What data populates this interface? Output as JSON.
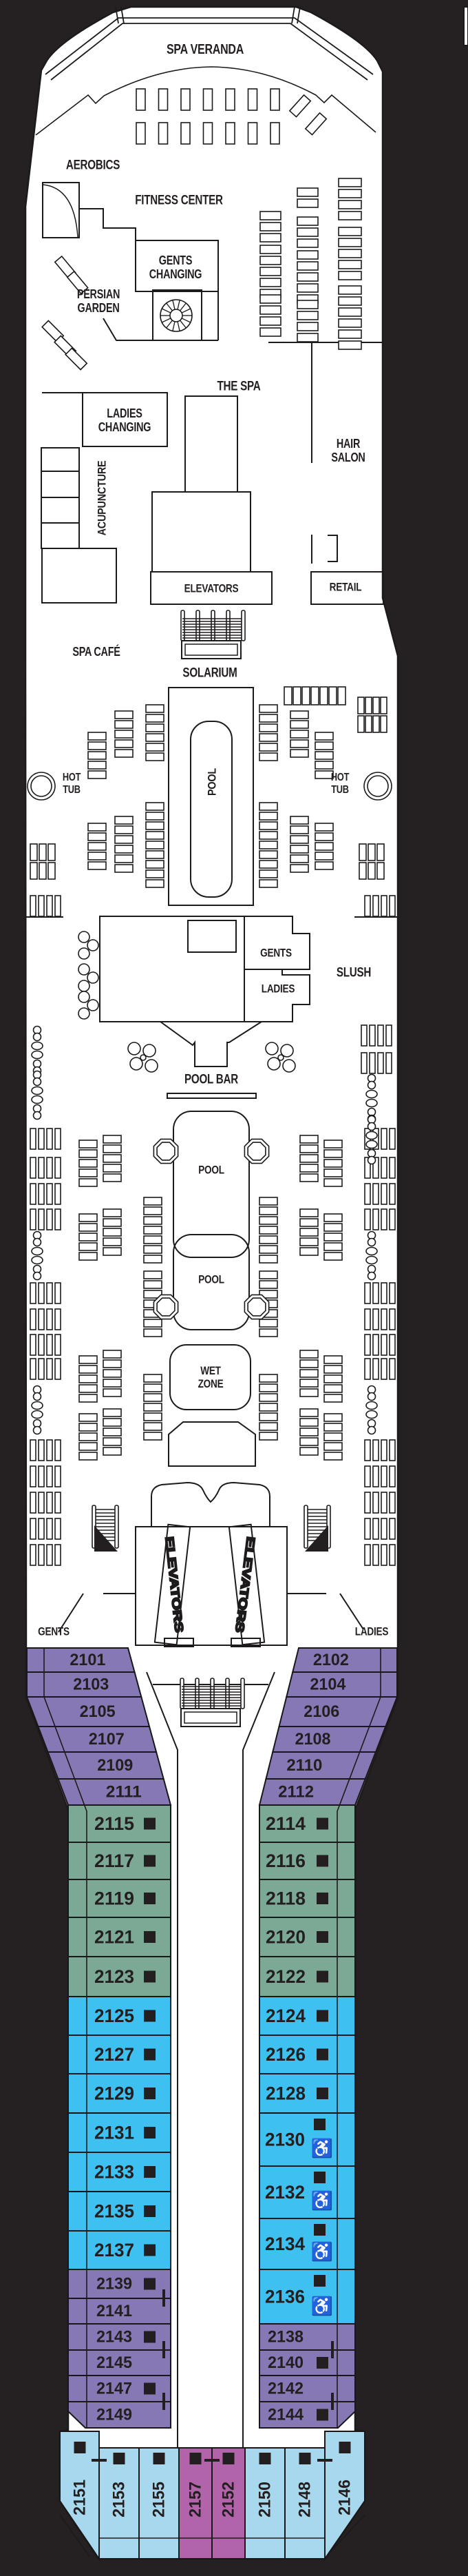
{
  "deck": {
    "background": "#252122",
    "colors": {
      "outline": "#1d1a1b",
      "paper": "#ffffff",
      "ink": "#231f20",
      "cabin_purple": "#8678b5",
      "cabin_green": "#7ca995",
      "cabin_blue": "#3ec1f0",
      "cabin_lightblue": "#a8d8ee",
      "cabin_magenta": "#b164aa"
    }
  },
  "icons": {
    "wheelchair": "♿",
    "sofa_square": "■"
  },
  "labels": {
    "spa_veranda": "SPA VERANDA",
    "aerobics": "AEROBICS",
    "fitness_center": "FITNESS CENTER",
    "gents_changing": "GENTS\nCHANGING",
    "persian_garden": "PERSIAN\nGARDEN",
    "the_spa": "THE SPA",
    "ladies_changing": "LADIES\nCHANGING",
    "acupuncture": "ACUPUNCTURE",
    "hair_salon": "HAIR\nSALON",
    "elevators": "ELEVATORS",
    "retail": "RETAIL",
    "spa_cafe": "SPA CAFÉ",
    "solarium": "SOLARIUM",
    "pool": "POOL",
    "hot_tub": "HOT\nTUB",
    "gents": "GENTS",
    "ladies": "LADIES",
    "slush": "SLUSH",
    "pool_bar": "POOL BAR",
    "wet_zone": "WET\nZONE"
  },
  "cabins": {
    "left_column": [
      {
        "number": "2101",
        "category": "purple",
        "sofa_square": false,
        "accessible": false
      },
      {
        "number": "2103",
        "category": "purple",
        "sofa_square": false,
        "accessible": false
      },
      {
        "number": "2105",
        "category": "purple",
        "sofa_square": false,
        "accessible": false
      },
      {
        "number": "2107",
        "category": "purple",
        "sofa_square": false,
        "accessible": false
      },
      {
        "number": "2109",
        "category": "purple",
        "sofa_square": false,
        "accessible": false
      },
      {
        "number": "2111",
        "category": "purple",
        "sofa_square": false,
        "accessible": false
      },
      {
        "number": "2115",
        "category": "green",
        "sofa_square": true,
        "accessible": false
      },
      {
        "number": "2117",
        "category": "green",
        "sofa_square": true,
        "accessible": false
      },
      {
        "number": "2119",
        "category": "green",
        "sofa_square": true,
        "accessible": false
      },
      {
        "number": "2121",
        "category": "green",
        "sofa_square": true,
        "accessible": false
      },
      {
        "number": "2123",
        "category": "green",
        "sofa_square": true,
        "accessible": false
      },
      {
        "number": "2125",
        "category": "blue",
        "sofa_square": true,
        "accessible": false
      },
      {
        "number": "2127",
        "category": "blue",
        "sofa_square": true,
        "accessible": false
      },
      {
        "number": "2129",
        "category": "blue",
        "sofa_square": true,
        "accessible": false
      },
      {
        "number": "2131",
        "category": "blue",
        "sofa_square": true,
        "accessible": false
      },
      {
        "number": "2133",
        "category": "blue",
        "sofa_square": true,
        "accessible": false
      },
      {
        "number": "2135",
        "category": "blue",
        "sofa_square": true,
        "accessible": false
      },
      {
        "number": "2137",
        "category": "blue",
        "sofa_square": true,
        "accessible": false
      },
      {
        "number": "2139",
        "category": "purple",
        "sofa_square": true,
        "accessible": false
      },
      {
        "number": "2141",
        "category": "purple",
        "sofa_square": false,
        "accessible": false
      },
      {
        "number": "2143",
        "category": "purple",
        "sofa_square": true,
        "accessible": false
      },
      {
        "number": "2145",
        "category": "purple",
        "sofa_square": false,
        "accessible": false
      },
      {
        "number": "2147",
        "category": "purple",
        "sofa_square": true,
        "accessible": false
      },
      {
        "number": "2149",
        "category": "purple",
        "sofa_square": false,
        "accessible": false
      }
    ],
    "right_column": [
      {
        "number": "2102",
        "category": "purple",
        "sofa_square": false,
        "accessible": false
      },
      {
        "number": "2104",
        "category": "purple",
        "sofa_square": false,
        "accessible": false
      },
      {
        "number": "2106",
        "category": "purple",
        "sofa_square": false,
        "accessible": false
      },
      {
        "number": "2108",
        "category": "purple",
        "sofa_square": false,
        "accessible": false
      },
      {
        "number": "2110",
        "category": "purple",
        "sofa_square": false,
        "accessible": false
      },
      {
        "number": "2112",
        "category": "purple",
        "sofa_square": false,
        "accessible": false
      },
      {
        "number": "2114",
        "category": "green",
        "sofa_square": true,
        "accessible": false
      },
      {
        "number": "2116",
        "category": "green",
        "sofa_square": true,
        "accessible": false
      },
      {
        "number": "2118",
        "category": "green",
        "sofa_square": true,
        "accessible": false
      },
      {
        "number": "2120",
        "category": "green",
        "sofa_square": true,
        "accessible": false
      },
      {
        "number": "2122",
        "category": "green",
        "sofa_square": true,
        "accessible": false
      },
      {
        "number": "2124",
        "category": "blue",
        "sofa_square": true,
        "accessible": false
      },
      {
        "number": "2126",
        "category": "blue",
        "sofa_square": true,
        "accessible": false
      },
      {
        "number": "2128",
        "category": "blue",
        "sofa_square": true,
        "accessible": false
      },
      {
        "number": "2130",
        "category": "blue",
        "sofa_square": true,
        "accessible": true
      },
      {
        "number": "2132",
        "category": "blue",
        "sofa_square": true,
        "accessible": true
      },
      {
        "number": "2134",
        "category": "blue",
        "sofa_square": true,
        "accessible": true
      },
      {
        "number": "2136",
        "category": "blue",
        "sofa_square": true,
        "accessible": true
      },
      {
        "number": "2138",
        "category": "purple",
        "sofa_square": false,
        "accessible": false
      },
      {
        "number": "2140",
        "category": "purple",
        "sofa_square": true,
        "accessible": false
      },
      {
        "number": "2142",
        "category": "purple",
        "sofa_square": false,
        "accessible": false
      },
      {
        "number": "2144",
        "category": "purple",
        "sofa_square": true,
        "accessible": false
      }
    ],
    "aft_row": [
      {
        "number": "2151",
        "category": "lightblue",
        "sofa_square": true,
        "accessible": false
      },
      {
        "number": "2153",
        "category": "lightblue",
        "sofa_square": true,
        "accessible": false
      },
      {
        "number": "2155",
        "category": "lightblue",
        "sofa_square": true,
        "accessible": false
      },
      {
        "number": "2157",
        "category": "magenta",
        "sofa_square": true,
        "accessible": false
      },
      {
        "number": "2152",
        "category": "magenta",
        "sofa_square": true,
        "accessible": false
      },
      {
        "number": "2150",
        "category": "lightblue",
        "sofa_square": true,
        "accessible": false
      },
      {
        "number": "2148",
        "category": "lightblue",
        "sofa_square": true,
        "accessible": false
      },
      {
        "number": "2146",
        "category": "lightblue",
        "sofa_square": true,
        "accessible": false
      }
    ]
  }
}
